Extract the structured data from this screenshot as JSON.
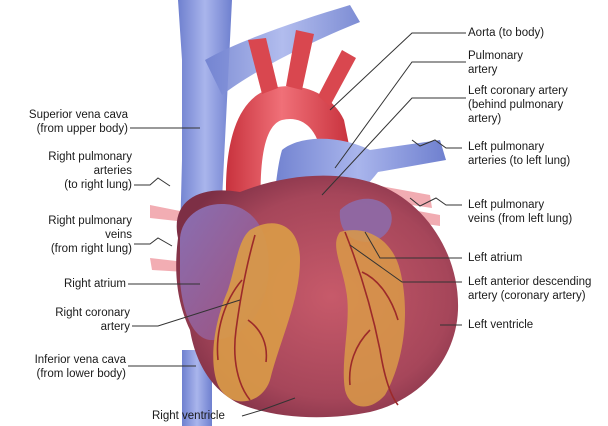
{
  "labels": {
    "aorta": [
      "Aorta (to body)"
    ],
    "pulmonary_artery": [
      "Pulmonary",
      "artery"
    ],
    "left_coronary_artery": [
      "Left coronary artery",
      "(behind pulmonary",
      "artery)"
    ],
    "left_pulmonary_arteries": [
      "Left pulmonary",
      "arteries (to left lung)"
    ],
    "left_pulmonary_veins": [
      "Left pulmonary",
      "veins (from left lung)"
    ],
    "left_atrium": [
      "Left atrium"
    ],
    "left_anterior_descending": [
      "Left anterior descending",
      "artery (coronary artery)"
    ],
    "left_ventricle": [
      "Left ventricle"
    ],
    "superior_vena_cava": [
      "Superior vena cava",
      "(from upper body)"
    ],
    "right_pulmonary_arteries": [
      "Right pulmonary",
      "arteries",
      "(to right lung)"
    ],
    "right_pulmonary_veins": [
      "Right pulmonary",
      "veins",
      "(from right lung)"
    ],
    "right_atrium": [
      "Right atrium"
    ],
    "right_coronary_artery": [
      "Right coronary",
      "artery"
    ],
    "inferior_vena_cava": [
      "Inferior vena cava",
      "(from lower body)"
    ],
    "right_ventricle": [
      "Right ventricle"
    ]
  },
  "colors": {
    "vein_blue": "#7f8fd6",
    "artery_red": "#e0464e",
    "muscle": "#b8505f",
    "fat": "#d9a04a",
    "leader": "#333333"
  }
}
